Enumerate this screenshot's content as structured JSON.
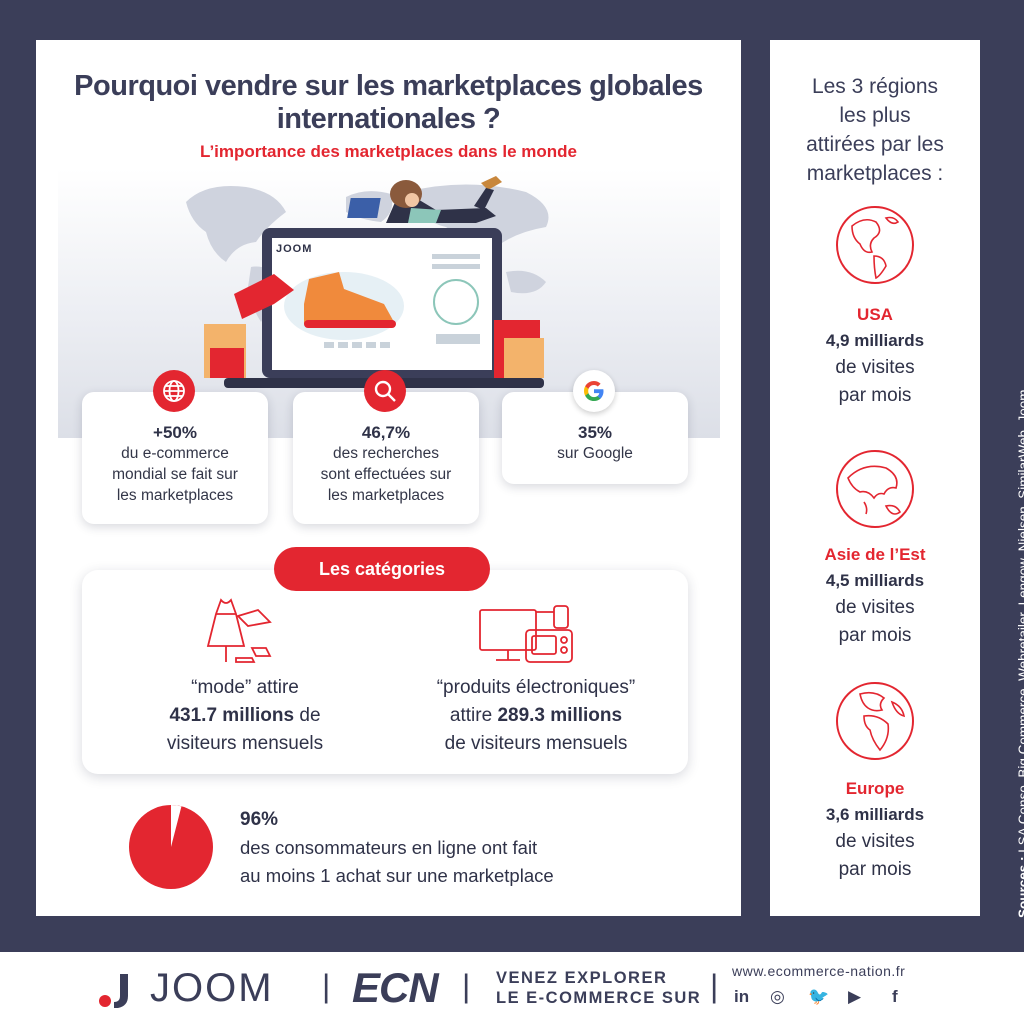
{
  "header": {
    "title_line1": "Pourquoi vendre sur les marketplaces globales",
    "title_line2": "internationales ?",
    "subtitle": "L’importance des marketplaces dans le monde"
  },
  "hero": {
    "laptop_brand": "JOOM"
  },
  "stats": [
    {
      "value": "+50%",
      "line1": "du e-commerce",
      "line2": "mondial se fait sur",
      "line3": "les marketplaces",
      "icon": "globe-icon"
    },
    {
      "value": "46,7%",
      "line1": "des recherches",
      "line2": "sont effectuées sur",
      "line3": "les marketplaces",
      "icon": "search-icon"
    },
    {
      "value": "35%",
      "line1": "sur Google",
      "icon": "google-icon"
    }
  ],
  "categories": {
    "title": "Les catégories",
    "fashion": {
      "l1": "“mode” attire",
      "l2b": "431.7 millions",
      "l2": " de",
      "l3": "visiteurs mensuels",
      "icon": "fashion-icon"
    },
    "electronics": {
      "l1": "“produits électroniques”",
      "l2a": "attire ",
      "l2b": "289.3 millions",
      "l3": "de visiteurs mensuels",
      "icon": "electronics-icon"
    }
  },
  "pie": {
    "value": "96%",
    "line1": "des consommateurs en ligne ont fait",
    "line2": "au moins 1 achat sur une marketplace",
    "fraction": 0.96
  },
  "sidebar": {
    "title_l1": "Les 3 régions",
    "title_l2": "les plus",
    "title_l3": "attirées par les",
    "title_l4": "marketplaces :",
    "regions": [
      {
        "name": "USA",
        "count": "4,9 milliards",
        "l2": "de visites",
        "l3": "par mois"
      },
      {
        "name": "Asie de l’Est",
        "count": "4,5 milliards",
        "l2": "de visites",
        "l3": "par mois"
      },
      {
        "name": "Europe",
        "count": "3,6 milliards",
        "l2": "de visites",
        "l3": "par mois"
      }
    ]
  },
  "sources": {
    "label": "Sources :",
    "text": " LSA Conso, Big Commerce, Webretailer, Lengow, Nielsen, SimilarWeb, Joom"
  },
  "footer": {
    "joom": "JOOM",
    "ecn": "ECN",
    "explore_l1": "VENEZ EXPLORER",
    "explore_l2": "LE E-COMMERCE SUR",
    "url": "www.ecommerce-nation.fr",
    "social": [
      "in",
      "◎",
      "🐦",
      "▶",
      "f"
    ]
  },
  "colors": {
    "accent": "#e32630",
    "navy": "#3b3e59",
    "white": "#ffffff"
  }
}
